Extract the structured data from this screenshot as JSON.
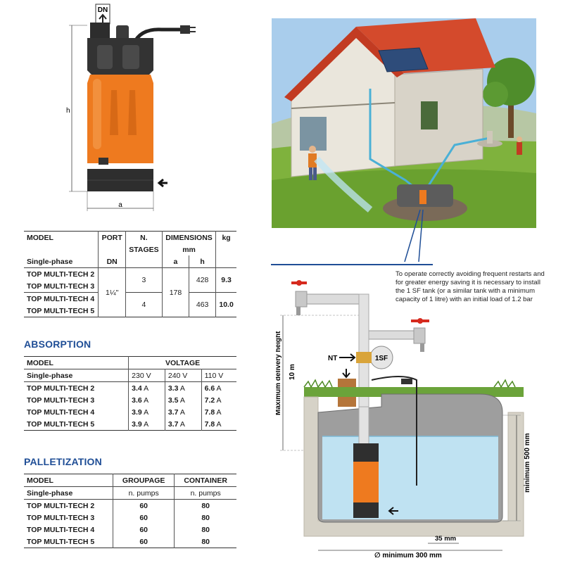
{
  "pump_diagram": {
    "dn": "DN",
    "h": "h",
    "a": "a"
  },
  "specs": {
    "headers": {
      "model": "MODEL",
      "port": "PORT",
      "stages": "N.",
      "stages2": "STAGES",
      "dimensions": "DIMENSIONS",
      "mm": "mm",
      "kg": "kg"
    },
    "sub": {
      "single_phase": "Single-phase",
      "dn": "DN",
      "a": "a",
      "h": "h"
    },
    "models": [
      "TOP MULTI-TECH 2",
      "TOP MULTI-TECH 3",
      "TOP MULTI-TECH 4",
      "TOP MULTI-TECH 5"
    ],
    "port": "1¼\"",
    "stages": [
      "3",
      "4"
    ],
    "a": "178",
    "h": [
      "428",
      "463"
    ],
    "kg": [
      "9.3",
      "10.0"
    ]
  },
  "absorption": {
    "title": "ABSORPTION",
    "model": "MODEL",
    "voltage": "VOLTAGE",
    "single_phase": "Single-phase",
    "voltages": [
      "230 V",
      "240 V",
      "110 V"
    ],
    "unit": "A",
    "rows": [
      {
        "model": "TOP MULTI-TECH 2",
        "values": [
          "3.4",
          "3.3",
          "6.6"
        ]
      },
      {
        "model": "TOP MULTI-TECH 3",
        "values": [
          "3.6",
          "3.5",
          "7.2"
        ]
      },
      {
        "model": "TOP MULTI-TECH 4",
        "values": [
          "3.9",
          "3.7",
          "7.8"
        ]
      },
      {
        "model": "TOP MULTI-TECH 5",
        "values": [
          "3.9",
          "3.7",
          "7.8"
        ]
      }
    ]
  },
  "palletization": {
    "title": "PALLETIZATION",
    "model": "MODEL",
    "groupage": "GROUPAGE",
    "container": "CONTAINER",
    "single_phase": "Single-phase",
    "unit_label": "n. pumps",
    "rows": [
      {
        "model": "TOP MULTI-TECH 2",
        "groupage": "60",
        "container": "80"
      },
      {
        "model": "TOP MULTI-TECH 3",
        "groupage": "60",
        "container": "80"
      },
      {
        "model": "TOP MULTI-TECH 4",
        "groupage": "60",
        "container": "80"
      },
      {
        "model": "TOP MULTI-TECH 5",
        "groupage": "60",
        "container": "80"
      }
    ]
  },
  "install": {
    "note": "To operate correctly avoiding frequent restarts and for greater energy saving it is necessary to install the 1 SF tank (or a similar tank with a minimum capacity of 1 litre) with an initial load of 1.2 bar",
    "nt": "NT",
    "tank": "1SF",
    "max_height": "Maximum delivery height",
    "ten_m": "10 m",
    "min_500": "minimum 500 mm",
    "min_300": "∅ minimum 300 mm",
    "mm35": "35 mm"
  },
  "colors": {
    "orange": "#ee7a1f",
    "blue_title": "#1f4e96",
    "pump_black": "#2a2a2a",
    "water": "#bfe2f2"
  }
}
